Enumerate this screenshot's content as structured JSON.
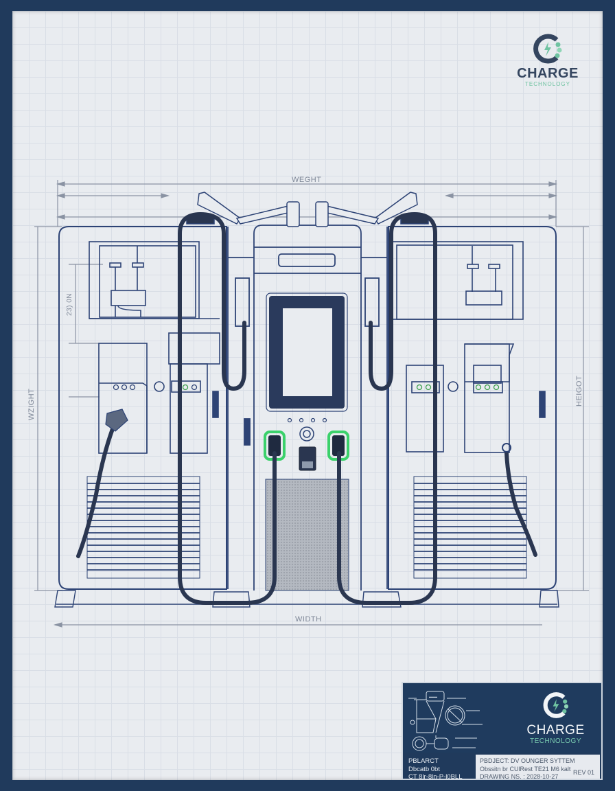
{
  "brand": {
    "name": "CHARGE",
    "tagline": "TECHNOLOGY",
    "colors": {
      "navy": "#34455f",
      "accent_green": "#6fc3a1",
      "frame": "#203a5c",
      "paper": "#e9ecf0",
      "line_blue": "#2d4375",
      "cable": "#2a3650",
      "connector_glow": "#3bd16b"
    }
  },
  "drawing": {
    "subject": "Dual-cable EV charging station, front elevation",
    "dimension_labels": {
      "top": "WEGHT",
      "bottom": "WIDTH",
      "left": "WZIGHT",
      "right": "HEIGOT",
      "inner_left": "23) 0N"
    },
    "components": [
      "left-cabinet",
      "central-kiosk",
      "right-cabinet",
      "touchscreen-display",
      "cable-arm-left",
      "cable-arm-right",
      "connector-holster-left",
      "connector-holster-right",
      "ventilation-grille-left",
      "ventilation-grille-right",
      "mesh-panel"
    ]
  },
  "title_block": {
    "brand": "CHARGE",
    "tagline": "TECHNOLOGY",
    "left_lines": [
      "PBLARCT",
      "Dbcatb 0bt",
      "CT 8lr-8ln-P-l0BLL"
    ],
    "right_lines": [
      "PBDJECT: DV OUNGER SYTTEM",
      "Obssitn br  CUlRest TE21 M6 kalt",
      "DRAWING NS. : 2028-10-27"
    ],
    "revision": "REV 01"
  }
}
